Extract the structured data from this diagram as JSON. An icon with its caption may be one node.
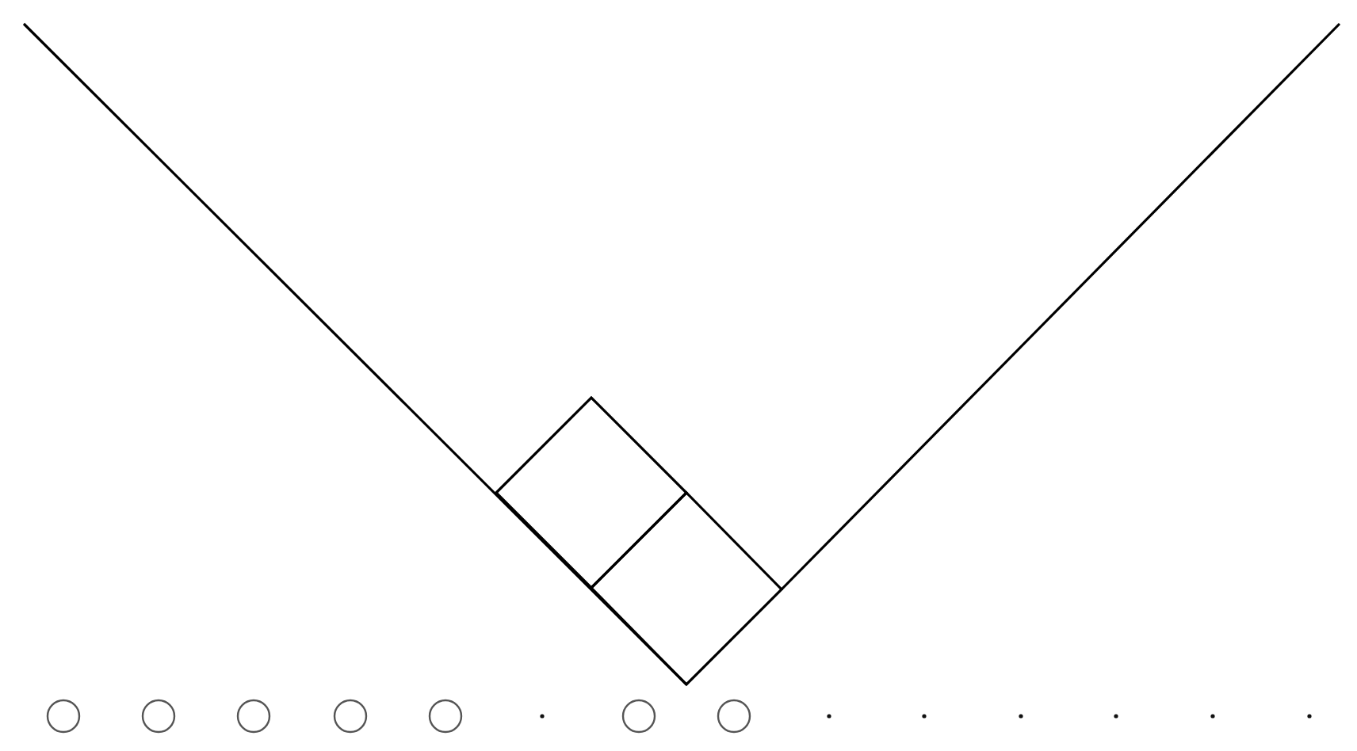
{
  "diagram": {
    "nodes": [
      {
        "text": [],
        "shape": "diamond"
      },
      {
        "text": [],
        "shape": "diamond"
      },
      {
        "text": [],
        "shape": "circle"
      },
      {
        "text": [],
        "shape": "circle"
      },
      {
        "text": [],
        "shape": "circle"
      },
      {
        "text": [],
        "shape": "circle"
      },
      {
        "text": [],
        "shape": "circle"
      },
      {
        "text": [],
        "shape": "dot"
      },
      {
        "text": [],
        "shape": "circle"
      },
      {
        "text": [],
        "shape": "circle"
      },
      {
        "text": [],
        "shape": "dot"
      },
      {
        "text": [],
        "shape": "dot"
      },
      {
        "text": [],
        "shape": "dot"
      },
      {
        "text": [],
        "shape": "dot"
      },
      {
        "text": [],
        "shape": "dot"
      },
      {
        "text": [],
        "shape": "dot"
      }
    ]
  }
}
